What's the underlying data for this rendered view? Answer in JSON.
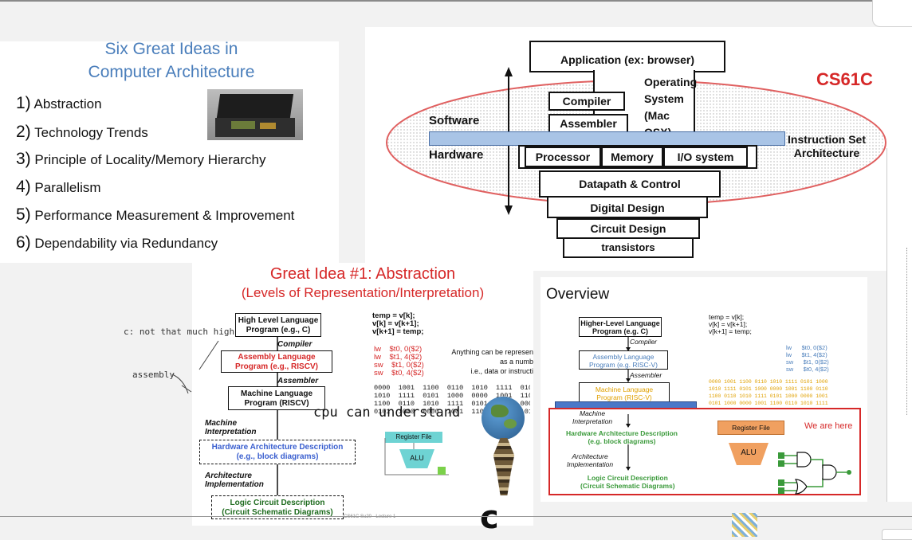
{
  "six_ideas": {
    "title_line1": "Six Great Ideas in",
    "title_line2": "Computer Architecture",
    "items": [
      {
        "num": "1)",
        "text": "Abstraction"
      },
      {
        "num": "2)",
        "text": "Technology Trends"
      },
      {
        "num": "3)",
        "text": "Principle of Locality/Memory Hierarchy"
      },
      {
        "num": "4)",
        "text": "Parallelism"
      },
      {
        "num": "5)",
        "text": "Performance Measurement & Improvement"
      },
      {
        "num": "6)",
        "text": "Dependability via Redundancy"
      }
    ]
  },
  "stack": {
    "application": "Application (ex: browser)",
    "operating_line1": "Operating",
    "operating_line2": "System",
    "operating_line3": "(Mac OSX)",
    "compiler": "Compiler",
    "assembler": "Assembler",
    "software": "Software",
    "hardware": "Hardware",
    "processor": "Processor",
    "memory": "Memory",
    "io": "I/O system",
    "isa_line1": "Instruction Set",
    "isa_line2": "Architecture",
    "datapath": "Datapath & Control",
    "digital": "Digital Design",
    "circuit": "Circuit Design",
    "transistors": "transistors",
    "course": "CS61C",
    "colors": {
      "course_red": "#d62828",
      "ellipse": "#e06060",
      "isa_bar": "#a9c4e6"
    }
  },
  "abstraction": {
    "title": "Great Idea #1: Abstraction",
    "subtitle": "(Levels of Representation/Interpretation)",
    "hll_line1": "High Level Language",
    "hll_line2": "Program (e.g., C)",
    "compiler": "Compiler",
    "asm_line1": "Assembly  Language",
    "asm_line2": "Program (e.g., RISCV)",
    "assembler": "Assembler",
    "mach_line1": "Machine  Language",
    "mach_line2": "Program (RISCV)",
    "mach_interp_line1": "Machine",
    "mach_interp_line2": "Interpretation",
    "hw_desc_line1": "Hardware Architecture Description",
    "hw_desc_line2": "(e.g., block diagrams)",
    "arch_impl_line1": "Architecture",
    "arch_impl_line2": "Implementation",
    "logic_line1": "Logic Circuit Description",
    "logic_line2": "(Circuit Schematic Diagrams)",
    "c_code": "temp = v[k];\nv[k] = v[k+1];\nv[k+1] = temp;",
    "asm_code": "lw    $t0, 0($2)\nlw    $t1, 4($2)\nsw    $t1, 0($2)\nsw    $t0, 4($2)",
    "binary": "0000  1001  1100  0110  1010  1111  0101  10\n1010  1111  0101  1000  0000  1001  1100  0\n1100  0110  1010  1111  0101  1000  0000  1\n0101  1000  0000  1001  1100  0110  1010  1",
    "anything_line1": "Anything can be represen",
    "anything_line2": "as a numb",
    "anything_line3": "i.e., data or instructi",
    "register_file": "Register File",
    "alu": "ALU",
    "footer": "CS61C Su20 - Lecture 1"
  },
  "annotations": {
    "not_high": "c: not that much high",
    "assembly": "assembly",
    "cpu": "cpu can understand",
    "c_letter": "c"
  },
  "overview": {
    "title": "Overview",
    "hll_line1": "Higher-Level Language",
    "hll_line2": "Program (e.g. C)",
    "compiler": "Compiler",
    "asm_line1": "Assembly Language",
    "asm_line2": "Program (e.g.  RISC-V)",
    "assembler": "Assembler",
    "mach_line1": "Machine Language",
    "mach_line2": "Program (RISC-V)",
    "mach_interp_line1": "Machine",
    "mach_interp_line2": "Interpretation",
    "hw_line1": "Hardware Architecture Description",
    "hw_line2": "(e.g.  block diagrams)",
    "arch_line1": "Architecture",
    "arch_line2": "Implementation",
    "logic_line1": "Logic Circuit Description",
    "logic_line2": "(Circuit Schematic Diagrams)",
    "c_code": "temp = v[k];\nv[k] = v[k+1];\nv[k+1] = temp;",
    "asm_code": "lw      $t0, 0($2)\nlw      $t1, 4($2)\nsw      $t1, 0($2)\nsw      $t0, 4($2)",
    "binary": "0000 1001 1100 0110 1010 1111 0101 1000\n1010 1111 0101 1000 0000 1001 1100 0110\n1100 0110 1010 1111 0101 1000 0000 1001\n0101 1000 0000 1001 1100 0110 1010 1111",
    "register_file": "Register File",
    "alu": "ALU",
    "we_are_here": "We are here",
    "colors": {
      "asm": "#4a7ebb",
      "mach": "#e0a000",
      "hw": "#3a9a3a",
      "red": "#d62828",
      "orange": "#f0a060"
    }
  },
  "toolbar": {
    "hand_icon": "hand-icon"
  }
}
